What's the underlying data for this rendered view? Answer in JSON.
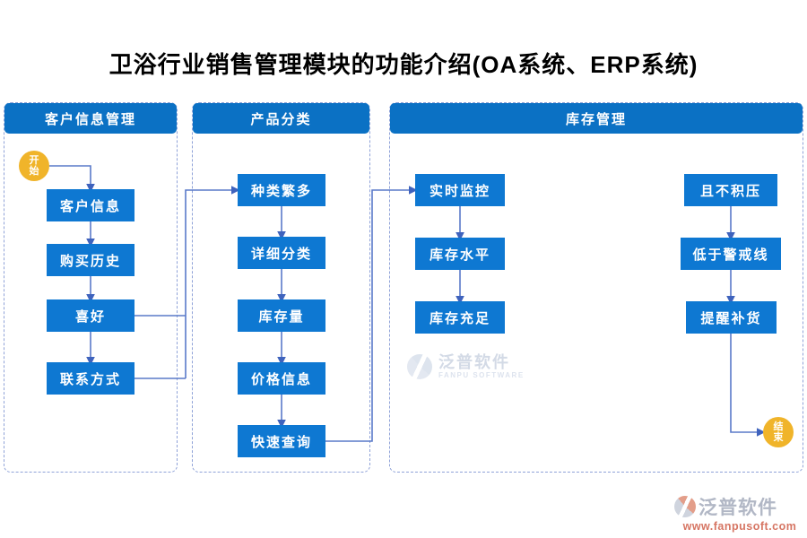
{
  "title": "卫浴行业销售管理模块的功能介绍(OA系统、ERP系统)",
  "lanes": [
    {
      "header": "客户信息管理",
      "nodes": [
        "客户信息",
        "购买历史",
        "喜好",
        "联系方式"
      ]
    },
    {
      "header": "产品分类",
      "nodes": [
        "种类繁多",
        "详细分类",
        "库存量",
        "价格信息",
        "快速查询"
      ]
    },
    {
      "header": "库存管理",
      "left_nodes": [
        "实时监控",
        "库存水平",
        "库存充足"
      ],
      "right_nodes": [
        "且不积压",
        "低于警戒线",
        "提醒补货"
      ]
    }
  ],
  "terminals": {
    "start": "开始",
    "end": "结束"
  },
  "watermarks": {
    "center": {
      "brand": "泛普软件",
      "brand_en": "FANPU SOFTWARE"
    },
    "corner": {
      "brand": "泛普软件",
      "url": "www.fanpusoft.com"
    }
  },
  "icons": {
    "brand_logo": "fanpu-logo-icon"
  },
  "colors": {
    "node_blue": "#0e78d2",
    "header_blue": "#0b71c4",
    "lane_border_blue": "#8fa2d8",
    "connector_blue": "#5a7ac9",
    "terminal_yellow": "#f0b42a",
    "watermark_url_red": "#cf5e48"
  }
}
